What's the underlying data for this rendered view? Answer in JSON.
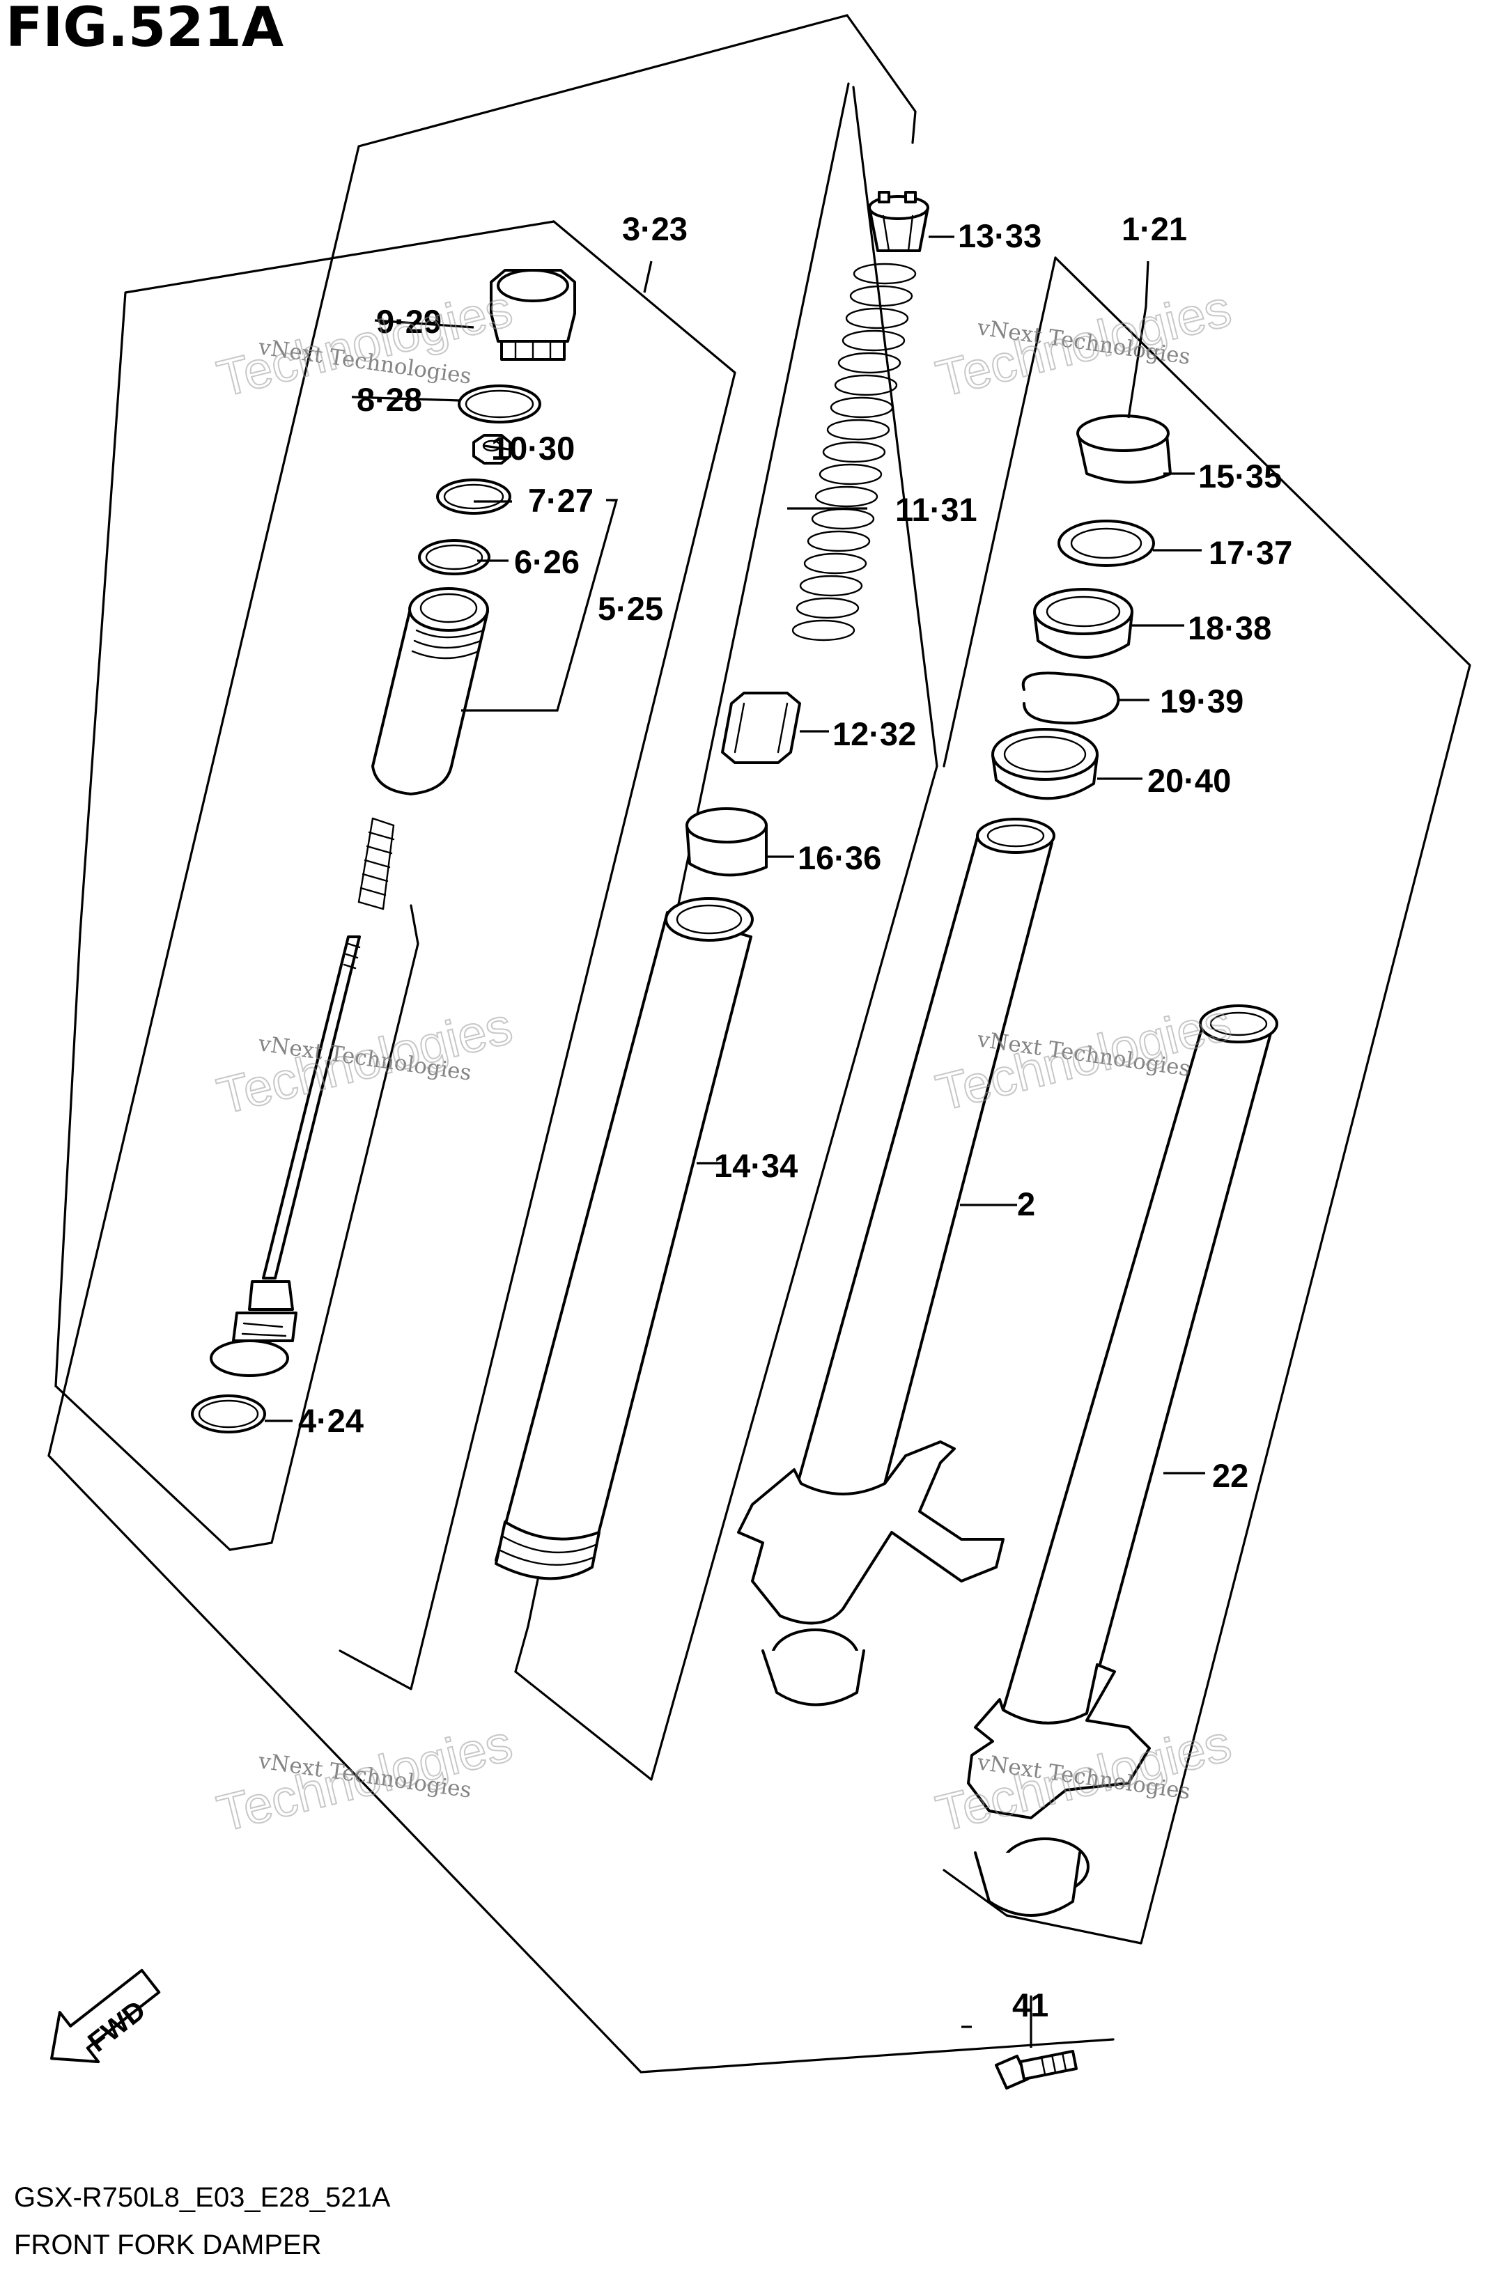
{
  "figure": {
    "title": "FIG.521A",
    "code": "GSX-R750L8_E03_E28_521A",
    "name": "FRONT FORK DAMPER"
  },
  "direction_indicator": {
    "label": "FWD",
    "icon": "fwd-arrow-icon"
  },
  "watermark": {
    "line1": "vNext Technologies",
    "line2": "Technologies"
  },
  "callouts": [
    {
      "id": "1-21",
      "text": "1·21"
    },
    {
      "id": "2",
      "text": "2"
    },
    {
      "id": "3-23",
      "text": "3·23"
    },
    {
      "id": "4-24",
      "text": "4·24"
    },
    {
      "id": "5-25",
      "text": "5·25"
    },
    {
      "id": "6-26",
      "text": "6·26"
    },
    {
      "id": "7-27",
      "text": "7·27"
    },
    {
      "id": "8-28",
      "text": "8·28"
    },
    {
      "id": "9-29",
      "text": "9·29"
    },
    {
      "id": "10-30",
      "text": "10·30"
    },
    {
      "id": "11-31",
      "text": "11·31"
    },
    {
      "id": "12-32",
      "text": "12·32"
    },
    {
      "id": "13-33",
      "text": "13·33"
    },
    {
      "id": "14-34",
      "text": "14·34"
    },
    {
      "id": "15-35",
      "text": "15·35"
    },
    {
      "id": "16-36",
      "text": "16·36"
    },
    {
      "id": "17-37",
      "text": "17·37"
    },
    {
      "id": "18-38",
      "text": "18·38"
    },
    {
      "id": "19-39",
      "text": "19·39"
    },
    {
      "id": "20-40",
      "text": "20·40"
    },
    {
      "id": "22",
      "text": "22"
    },
    {
      "id": "41",
      "text": "41"
    }
  ]
}
